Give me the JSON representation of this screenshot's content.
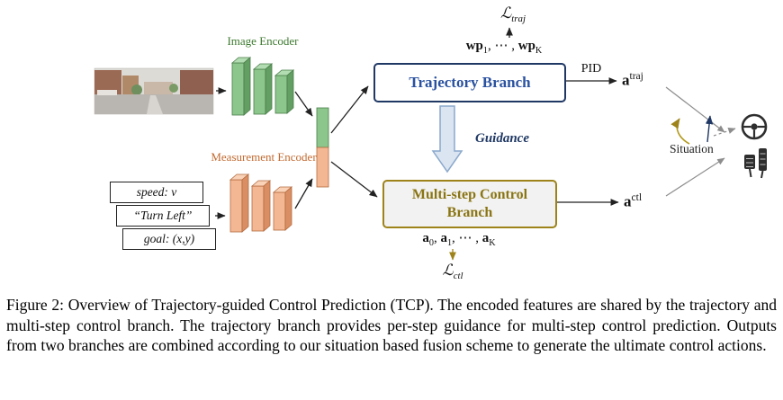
{
  "diagram": {
    "image_encoder": "Image Encoder",
    "measurement_encoder": "Measurement Encoder",
    "measurements": [
      "speed: v",
      "“Turn Left”",
      "goal: (x,y)"
    ],
    "trajectory_branch": "Trajectory Branch",
    "control_branch_line1": "Multi-step Control",
    "control_branch_line2": "Branch",
    "pid": "PID",
    "guidance": "Guidance",
    "situation": "Situation",
    "loss_traj": {
      "symbol": "ℒ",
      "sub": "traj"
    },
    "loss_ctl": {
      "symbol": "ℒ",
      "sub": "ctl"
    },
    "wp_seq": {
      "wp1": "wp",
      "sub1": "1",
      "dots": ", ⋯ , ",
      "wpk": "wp",
      "subk": "K"
    },
    "a_traj": {
      "base": "a",
      "sup": "traj"
    },
    "a_ctl": {
      "base": "a",
      "sup": "ctl"
    },
    "a_seq": {
      "a0": "a",
      "sub0": "0",
      "c1": ", ",
      "a1": "a",
      "sub1": "1",
      "dots": ", ⋯ , ",
      "ak": "a",
      "subk": "K"
    }
  },
  "caption": "Figure 2: Overview of Trajectory-guided Control Prediction (TCP). The encoded features are shared by the trajectory and multi-step control branch. The trajectory branch provides per-step guidance for multi-step control prediction. Outputs from two branches are combined according to our situation based fusion scheme to generate the ultimate control actions.",
  "colors": {
    "encoder_green": "#8cc68c",
    "encoder_orange": "#f4b793",
    "traj_border": "#1f3864",
    "traj_text": "#2a52a0",
    "ctl_border": "#9d8319",
    "ctl_text": "#8a7514",
    "guidance_fill": "#dbe5f1"
  }
}
